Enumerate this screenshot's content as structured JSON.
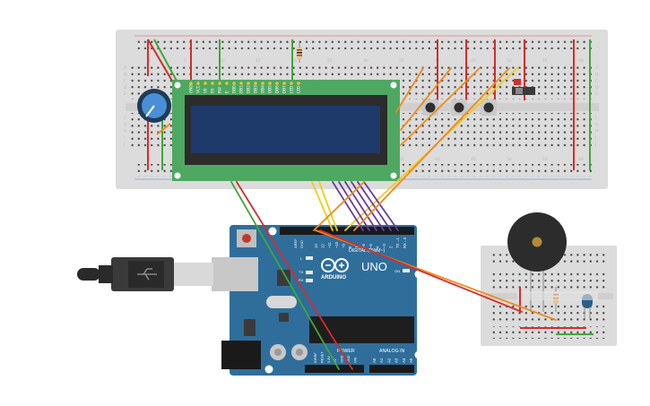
{
  "diagram": {
    "arduino": {
      "brand": "ARDUINO",
      "model": "UNO",
      "digital_header": "DIGITAL (PWM~)",
      "power_header": "POWER",
      "analog_header": "ANALOG IN",
      "labels": {
        "aref": "AREF",
        "gnd": "GND",
        "tx": "TX",
        "rx": "RX",
        "l": "L",
        "on": "ON",
        "ioref": "IOREF",
        "reset": "RESET",
        "v33": "3.3V",
        "v5": "5V",
        "vin": "VIN"
      },
      "digital_pins": [
        "13",
        "12",
        "~11",
        "~10",
        "~9",
        "8",
        "7",
        "~6",
        "~5",
        "4",
        "~3",
        "2",
        "TX→1",
        "RX←0"
      ],
      "analog_pins": [
        "A0",
        "A1",
        "A2",
        "A3",
        "A4",
        "A5"
      ]
    },
    "breadboard_main": {
      "column_numbers": [
        "1",
        "5",
        "10",
        "15",
        "20",
        "25",
        "30",
        "35",
        "40",
        "45",
        "50",
        "55",
        "60"
      ],
      "row_letters_top": [
        "A",
        "B",
        "C",
        "D",
        "E"
      ],
      "row_letters_bottom": [
        "F",
        "G",
        "H",
        "I",
        "J"
      ]
    },
    "lcd": {
      "pin_labels": [
        "GND",
        "VCC",
        "V0",
        "RS",
        "RW",
        "E",
        "DB0",
        "DB1",
        "DB2",
        "DB3",
        "DB4",
        "DB5",
        "DB6",
        "DB7",
        "LED",
        "LED"
      ]
    },
    "wire_colors": {
      "red": "#d42d2d",
      "green": "#3fa83a",
      "orange": "#f08a1c",
      "yellow": "#f2cc1a",
      "purple": "#6b3c9c"
    },
    "components": [
      "potentiometer",
      "lcd-16x2",
      "push-button-1",
      "push-button-2",
      "push-button-3",
      "slide-switch",
      "resistor",
      "piezo-buzzer",
      "led-blue",
      "usb-cable",
      "arduino-uno",
      "breadboard-small"
    ]
  }
}
